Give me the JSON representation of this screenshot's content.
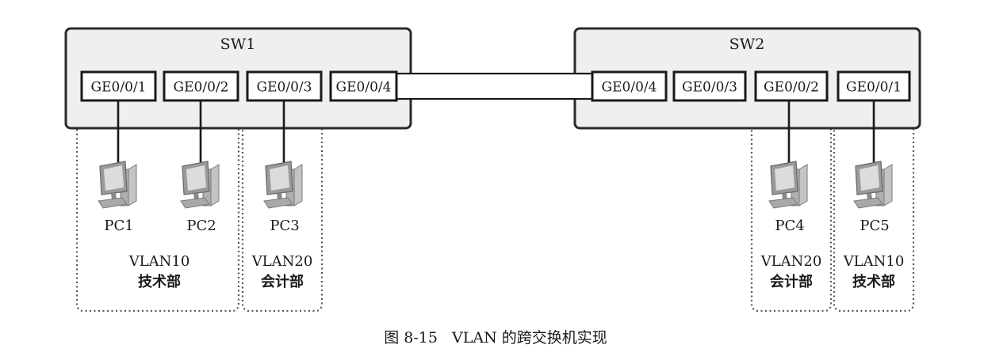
{
  "switches": {
    "sw1": {
      "name": "SW1",
      "ports": [
        "GE0/0/1",
        "GE0/0/2",
        "GE0/0/3",
        "GE0/0/4"
      ]
    },
    "sw2": {
      "name": "SW2",
      "ports": [
        "GE0/0/4",
        "GE0/0/3",
        "GE0/0/2",
        "GE0/0/1"
      ]
    }
  },
  "pcs": [
    "PC1",
    "PC2",
    "PC3",
    "PC4",
    "PC5"
  ],
  "vlans": [
    {
      "id": "VLAN10",
      "dept": "技术部"
    },
    {
      "id": "VLAN20",
      "dept": "会计部"
    },
    {
      "id": "VLAN20",
      "dept": "会计部"
    },
    {
      "id": "VLAN10",
      "dept": "技术部"
    }
  ],
  "caption": "图 8-15   VLAN 的跨交换机实现",
  "colors": {
    "switch_fill": "#efefef",
    "monitor": "#8f8f8f",
    "line": "#1a1a1a"
  },
  "icons": {
    "pc": "pc-icon"
  }
}
